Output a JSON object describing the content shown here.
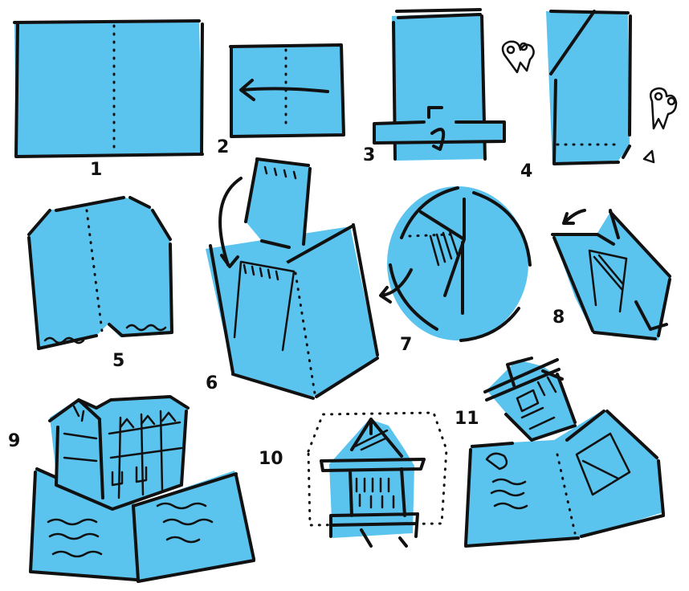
{
  "colors": {
    "paper": "#5ac3ee",
    "ink": "#111111"
  },
  "steps": [
    {
      "id": 1,
      "label": "1"
    },
    {
      "id": 2,
      "label": "2"
    },
    {
      "id": 3,
      "label": "3"
    },
    {
      "id": 4,
      "label": "4"
    },
    {
      "id": 5,
      "label": "5"
    },
    {
      "id": 6,
      "label": "6"
    },
    {
      "id": 7,
      "label": "7"
    },
    {
      "id": 8,
      "label": "8"
    },
    {
      "id": 9,
      "label": "9"
    },
    {
      "id": 10,
      "label": "10"
    },
    {
      "id": 11,
      "label": "11"
    }
  ],
  "icons": [
    "fold-arrow-icon",
    "scissors-icon",
    "paper-clip-icon",
    "pop-up-house-icon"
  ]
}
